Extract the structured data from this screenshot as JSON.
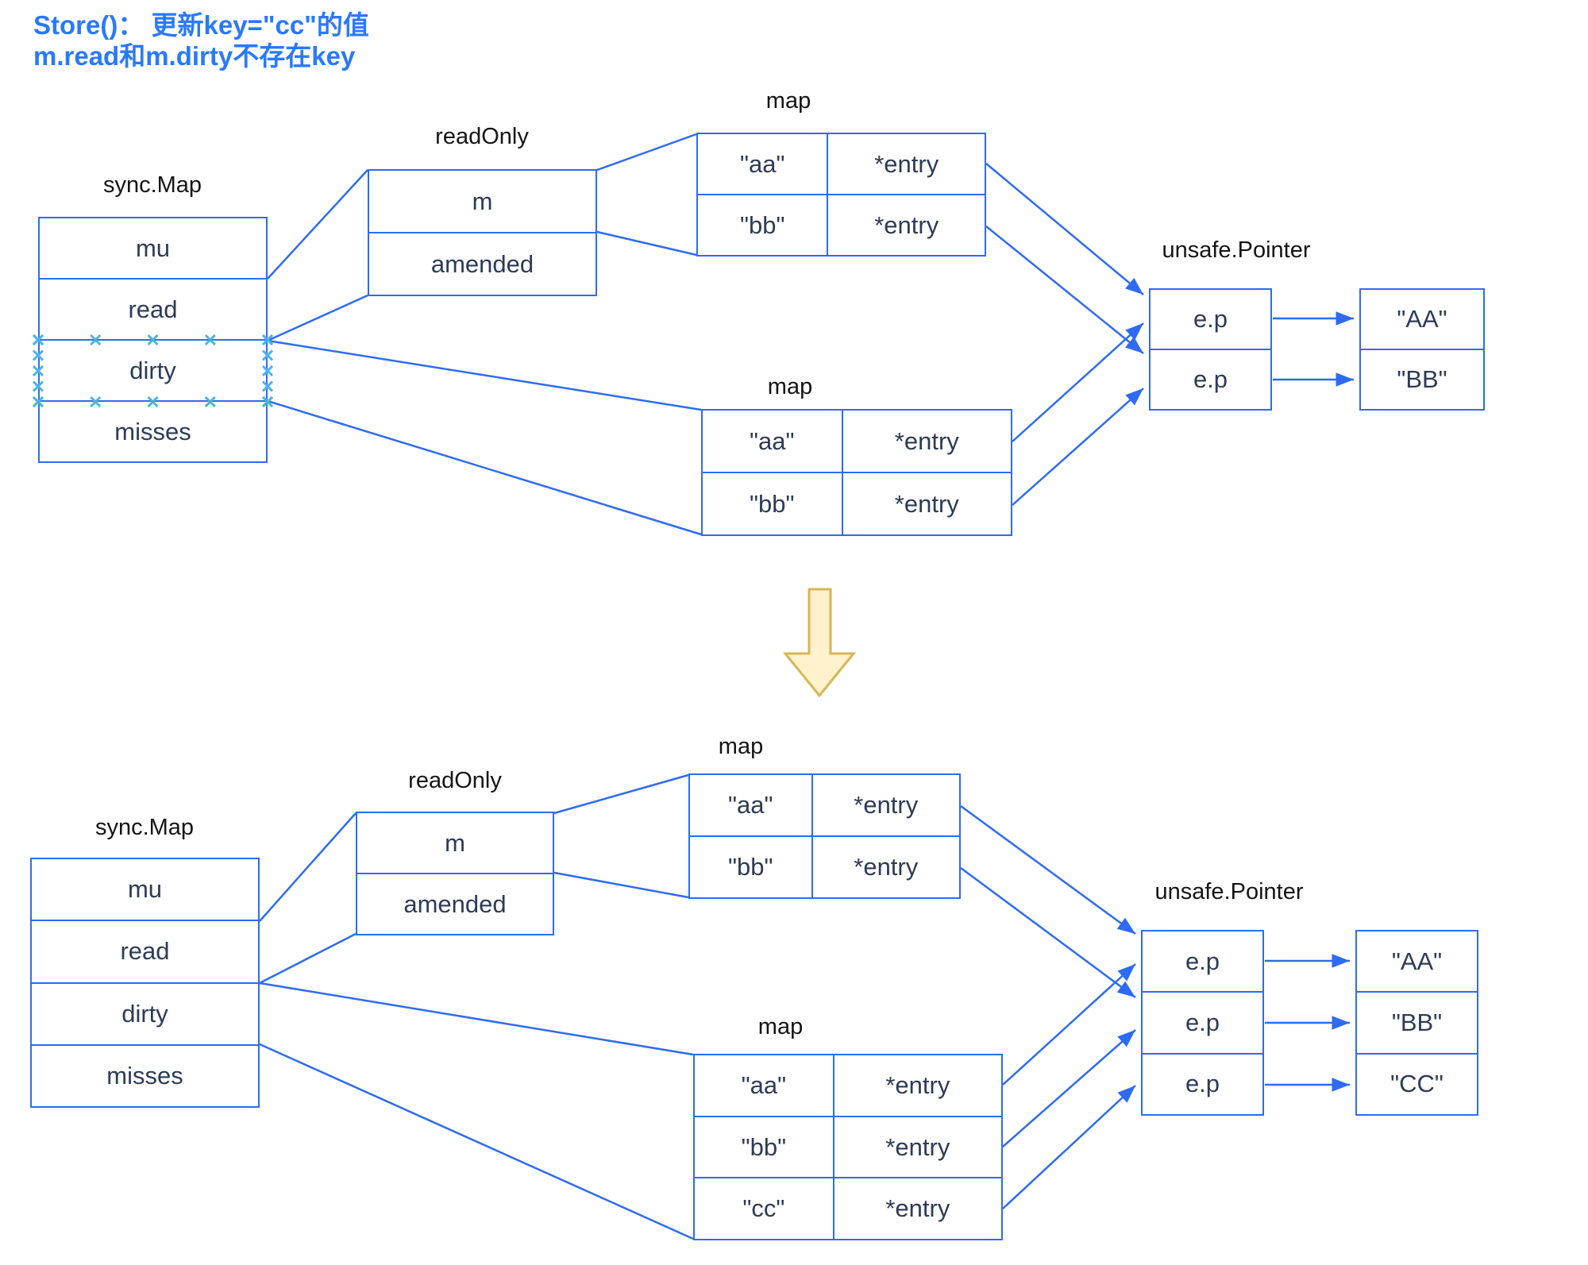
{
  "title": {
    "line1": "Store()：  更新key=\"cc\"的值",
    "line2": "m.read和m.dirty不存在key"
  },
  "colors": {
    "accent_blue": "#2e6bf2",
    "text_navy": "#2d3b55",
    "label_black": "#141414",
    "title_blue": "#2979ff",
    "connection_mark_cyan": "#49b2ee",
    "transition_arrow_fill": "#fff2cc",
    "transition_arrow_stroke": "#d6b656"
  },
  "icons": {
    "transition_arrow": "down-block-arrow",
    "connection_point": "×"
  },
  "before": {
    "sync_map": {
      "label": "sync.Map",
      "rows": [
        "mu",
        "read",
        "dirty",
        "misses"
      ]
    },
    "read_only": {
      "label": "readOnly",
      "rows": [
        "m",
        "amended"
      ]
    },
    "read_map": {
      "label": "map",
      "rows": [
        {
          "key": "\"aa\"",
          "value": "*entry"
        },
        {
          "key": "\"bb\"",
          "value": "*entry"
        }
      ]
    },
    "dirty_map": {
      "label": "map",
      "rows": [
        {
          "key": "\"aa\"",
          "value": "*entry"
        },
        {
          "key": "\"bb\"",
          "value": "*entry"
        }
      ]
    },
    "pointers": {
      "label": "unsafe.Pointer",
      "rows": [
        "e.p",
        "e.p"
      ]
    },
    "values": {
      "rows": [
        "\"AA\"",
        "\"BB\""
      ]
    }
  },
  "after": {
    "sync_map": {
      "label": "sync.Map",
      "rows": [
        "mu",
        "read",
        "dirty",
        "misses"
      ]
    },
    "read_only": {
      "label": "readOnly",
      "rows": [
        "m",
        "amended"
      ]
    },
    "read_map": {
      "label": "map",
      "rows": [
        {
          "key": "\"aa\"",
          "value": "*entry"
        },
        {
          "key": "\"bb\"",
          "value": "*entry"
        }
      ]
    },
    "dirty_map": {
      "label": "map",
      "rows": [
        {
          "key": "\"aa\"",
          "value": "*entry"
        },
        {
          "key": "\"bb\"",
          "value": "*entry"
        },
        {
          "key": "\"cc\"",
          "value": "*entry"
        }
      ]
    },
    "pointers": {
      "label": "unsafe.Pointer",
      "rows": [
        "e.p",
        "e.p",
        "e.p"
      ]
    },
    "values": {
      "rows": [
        "\"AA\"",
        "\"BB\"",
        "\"CC\""
      ]
    }
  }
}
